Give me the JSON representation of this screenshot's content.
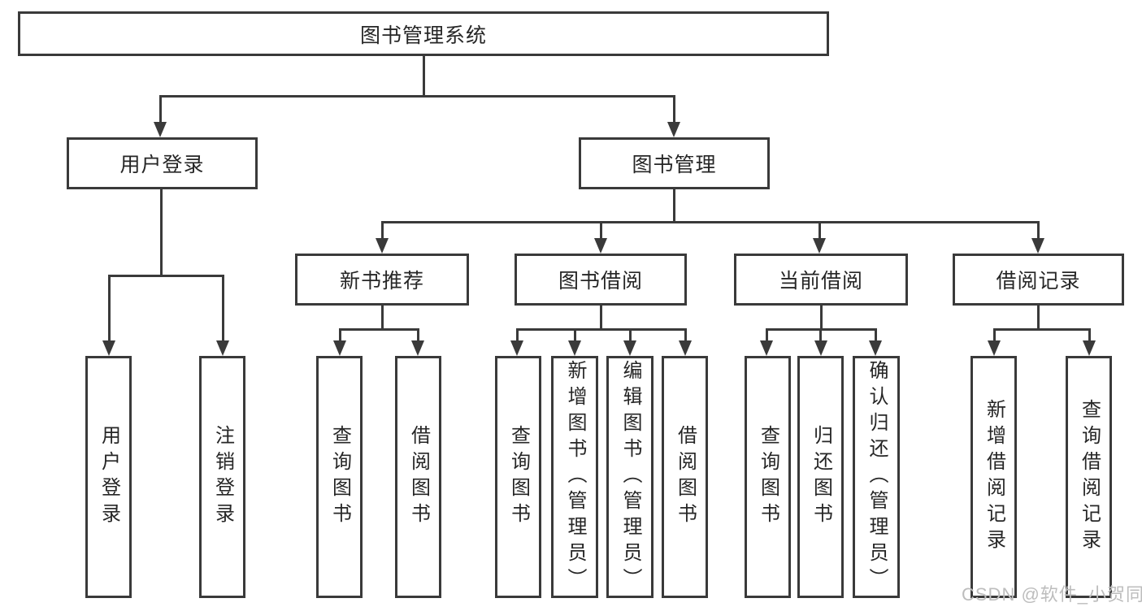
{
  "tree": {
    "label": "图书管理系统",
    "children": [
      {
        "label": "用户登录",
        "children": [
          {
            "label": "用户登录"
          },
          {
            "label": "注销登录"
          }
        ]
      },
      {
        "label": "图书管理",
        "children": [
          {
            "label": "新书推荐",
            "children": [
              {
                "label": "查询图书"
              },
              {
                "label": "借阅图书"
              }
            ]
          },
          {
            "label": "图书借阅",
            "children": [
              {
                "label": "查询图书"
              },
              {
                "label": "新增图书（管理员）"
              },
              {
                "label": "编辑图书（管理员）"
              },
              {
                "label": "借阅图书"
              }
            ]
          },
          {
            "label": "当前借阅",
            "children": [
              {
                "label": "查询图书"
              },
              {
                "label": "归还图书"
              },
              {
                "label": "确认归还（管理员）"
              }
            ]
          },
          {
            "label": "借阅记录",
            "children": [
              {
                "label": "新增借阅记录"
              },
              {
                "label": "查询借阅记录"
              }
            ]
          }
        ]
      }
    ]
  },
  "watermark": "CSDN @软件_小贺同学",
  "colors": {
    "line": "#3a3a3a",
    "text": "#262626",
    "background": "#ffffff",
    "watermark": "#bdbdbd"
  }
}
